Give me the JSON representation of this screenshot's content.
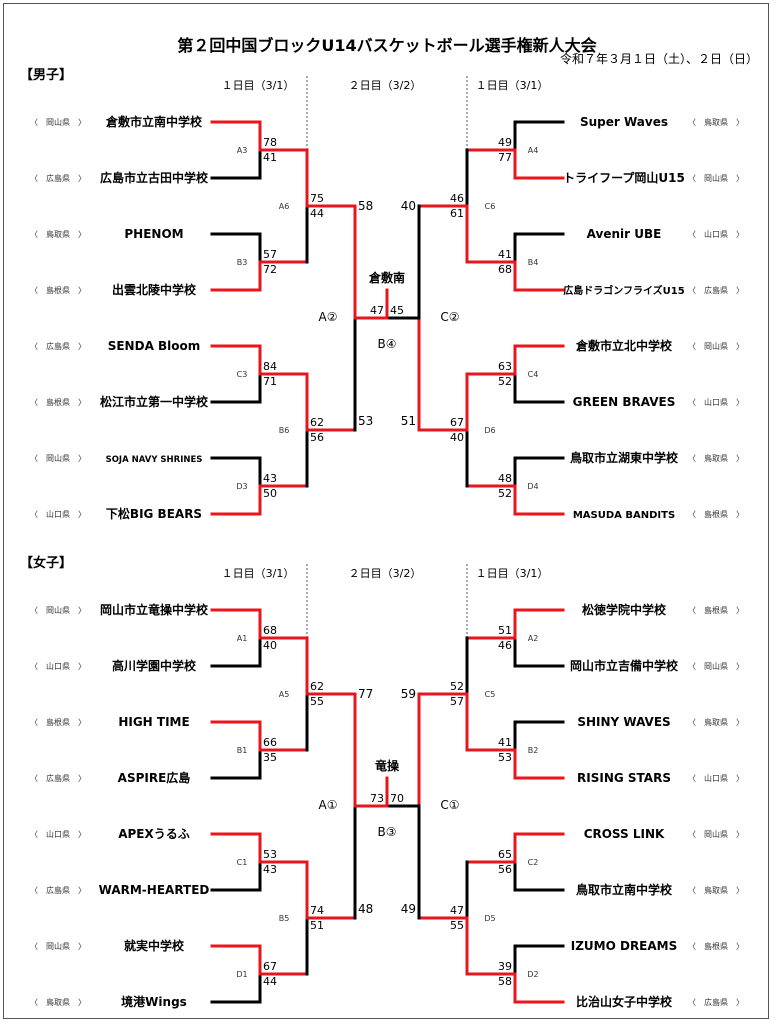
{
  "header": {
    "title": "第２回中国ブロックU14バスケットボール選手権新人大会",
    "date": "令和７年３月１日（土）、２日（日）"
  },
  "colors": {
    "win": "#e8161b",
    "loss": "#000000"
  },
  "sections": [
    {
      "label": "【男子】",
      "days": {
        "day1": "１日目（3/1）",
        "day2": "２日目（3/2）"
      },
      "left": [
        {
          "pref": "〈　岡山県　〉",
          "name": "倉敷市立南中学校"
        },
        {
          "pref": "〈　広島県　〉",
          "name": "広島市立古田中学校"
        },
        {
          "pref": "〈　鳥取県　〉",
          "name": "PHENOM"
        },
        {
          "pref": "〈　島根県　〉",
          "name": "出雲北陵中学校"
        },
        {
          "pref": "〈　広島県　〉",
          "name": "SENDA Bloom"
        },
        {
          "pref": "〈　島根県　〉",
          "name": "松江市立第一中学校"
        },
        {
          "pref": "〈　岡山県　〉",
          "name": "SOJA NAVY SHRINES"
        },
        {
          "pref": "〈　山口県　〉",
          "name": "下松BIG BEARS"
        }
      ],
      "right": [
        {
          "pref": "〈　鳥取県　〉",
          "name": "Super Waves"
        },
        {
          "pref": "〈　岡山県　〉",
          "name": "トライフープ岡山U15"
        },
        {
          "pref": "〈　山口県　〉",
          "name": "Avenir UBE"
        },
        {
          "pref": "〈　広島県　〉",
          "name": "広島ドラゴンフライズU15"
        },
        {
          "pref": "〈　岡山県　〉",
          "name": "倉敷市立北中学校"
        },
        {
          "pref": "〈　山口県　〉",
          "name": "GREEN BRAVES"
        },
        {
          "pref": "〈　鳥取県　〉",
          "name": "鳥取市立湖東中学校"
        },
        {
          "pref": "〈　島根県　〉",
          "name": "MASUDA BANDITS"
        }
      ],
      "r1_left": [
        {
          "id": "A3",
          "s": [
            "78",
            "41"
          ],
          "w": 0
        },
        {
          "id": "B3",
          "s": [
            "57",
            "72"
          ],
          "w": 1
        },
        {
          "id": "C3",
          "s": [
            "84",
            "71"
          ],
          "w": 0
        },
        {
          "id": "D3",
          "s": [
            "43",
            "50"
          ],
          "w": 1
        }
      ],
      "r2_left": [
        {
          "id": "A6",
          "s": [
            "75",
            "44"
          ],
          "w": 0
        },
        {
          "id": "B6",
          "s": [
            "62",
            "56"
          ],
          "w": 0
        }
      ],
      "r1_right": [
        {
          "id": "A4",
          "s": [
            "49",
            "77"
          ],
          "w": 1
        },
        {
          "id": "B4",
          "s": [
            "41",
            "68"
          ],
          "w": 1
        },
        {
          "id": "C4",
          "s": [
            "63",
            "52"
          ],
          "w": 0
        },
        {
          "id": "D4",
          "s": [
            "48",
            "52"
          ],
          "w": 1
        }
      ],
      "r2_right": [
        {
          "id": "C6",
          "s": [
            "46",
            "61"
          ],
          "w": 1
        },
        {
          "id": "D6",
          "s": [
            "67",
            "40"
          ],
          "w": 0
        }
      ],
      "semi_left": {
        "id": "A②",
        "s": [
          "58",
          "53"
        ],
        "w": 0
      },
      "semi_right": {
        "id": "C②",
        "s": [
          "40",
          "51"
        ],
        "w": 1
      },
      "final": {
        "id": "B④",
        "s": [
          "47",
          "45"
        ],
        "w": 0,
        "champion": "倉敷南"
      }
    },
    {
      "label": "【女子】",
      "days": {
        "day1": "１日目（3/1）",
        "day2": "２日目（3/2）"
      },
      "left": [
        {
          "pref": "〈　岡山県　〉",
          "name": "岡山市立竜操中学校"
        },
        {
          "pref": "〈　山口県　〉",
          "name": "高川学園中学校"
        },
        {
          "pref": "〈　島根県　〉",
          "name": "HIGH TIME"
        },
        {
          "pref": "〈　広島県　〉",
          "name": "ASPIRE広島"
        },
        {
          "pref": "〈　山口県　〉",
          "name": "APEXうるふ"
        },
        {
          "pref": "〈　広島県　〉",
          "name": "WARM-HEARTED"
        },
        {
          "pref": "〈　岡山県　〉",
          "name": "就実中学校"
        },
        {
          "pref": "〈　鳥取県　〉",
          "name": "境港Wings"
        }
      ],
      "right": [
        {
          "pref": "〈　島根県　〉",
          "name": "松徳学院中学校"
        },
        {
          "pref": "〈　岡山県　〉",
          "name": "岡山市立吉備中学校"
        },
        {
          "pref": "〈　鳥取県　〉",
          "name": "SHINY WAVES"
        },
        {
          "pref": "〈　山口県　〉",
          "name": "RISING STARS"
        },
        {
          "pref": "〈　岡山県　〉",
          "name": "CROSS LINK"
        },
        {
          "pref": "〈　鳥取県　〉",
          "name": "鳥取市立南中学校"
        },
        {
          "pref": "〈　島根県　〉",
          "name": "IZUMO DREAMS"
        },
        {
          "pref": "〈　広島県　〉",
          "name": "比治山女子中学校"
        }
      ],
      "r1_left": [
        {
          "id": "A1",
          "s": [
            "68",
            "40"
          ],
          "w": 0
        },
        {
          "id": "B1",
          "s": [
            "66",
            "35"
          ],
          "w": 0
        },
        {
          "id": "C1",
          "s": [
            "53",
            "43"
          ],
          "w": 0
        },
        {
          "id": "D1",
          "s": [
            "67",
            "44"
          ],
          "w": 0
        }
      ],
      "r2_left": [
        {
          "id": "A5",
          "s": [
            "62",
            "55"
          ],
          "w": 0
        },
        {
          "id": "B5",
          "s": [
            "74",
            "51"
          ],
          "w": 0
        }
      ],
      "r1_right": [
        {
          "id": "A2",
          "s": [
            "51",
            "46"
          ],
          "w": 0
        },
        {
          "id": "B2",
          "s": [
            "41",
            "53"
          ],
          "w": 1
        },
        {
          "id": "C2",
          "s": [
            "65",
            "56"
          ],
          "w": 0
        },
        {
          "id": "D2",
          "s": [
            "39",
            "58"
          ],
          "w": 1
        }
      ],
      "r2_right": [
        {
          "id": "C5",
          "s": [
            "52",
            "57"
          ],
          "w": 1
        },
        {
          "id": "D5",
          "s": [
            "47",
            "55"
          ],
          "w": 1
        }
      ],
      "semi_left": {
        "id": "A①",
        "s": [
          "77",
          "48"
        ],
        "w": 0
      },
      "semi_right": {
        "id": "C①",
        "s": [
          "59",
          "49"
        ],
        "w": 0
      },
      "final": {
        "id": "B③",
        "s": [
          "73",
          "70"
        ],
        "w": 0,
        "champion": "竜操"
      }
    }
  ]
}
